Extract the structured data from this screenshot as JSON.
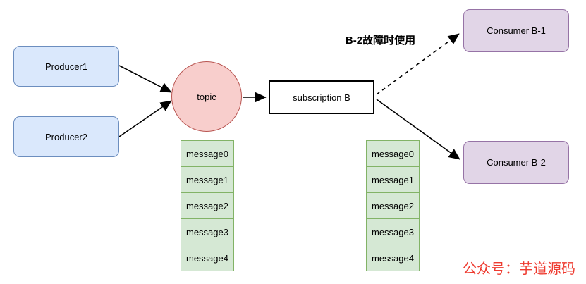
{
  "diagram": {
    "producers": [
      {
        "label": "Producer1"
      },
      {
        "label": "Producer2"
      }
    ],
    "topic": {
      "label": "topic"
    },
    "subscription": {
      "label": "subscription B"
    },
    "consumers": [
      {
        "label": "Consumer B-1"
      },
      {
        "label": "Consumer B-2"
      }
    ],
    "failover_note": "B-2故障时使用",
    "message_stacks": {
      "left": [
        "message0",
        "message1",
        "message2",
        "message3",
        "message4"
      ],
      "right": [
        "message0",
        "message1",
        "message2",
        "message3",
        "message4"
      ]
    },
    "watermark": "公众号：芋道源码",
    "colors": {
      "producer_fill": "#dae8fc",
      "producer_border": "#6c8ebf",
      "topic_fill": "#f8cecc",
      "topic_border": "#b85450",
      "subscription_fill": "#ffffff",
      "subscription_border": "#000000",
      "consumer_fill": "#e1d5e7",
      "consumer_border": "#9673a6",
      "message_fill": "#d5e8d4",
      "message_border": "#82b366",
      "arrow": "#000000",
      "watermark_red": "#ee3b30"
    }
  }
}
